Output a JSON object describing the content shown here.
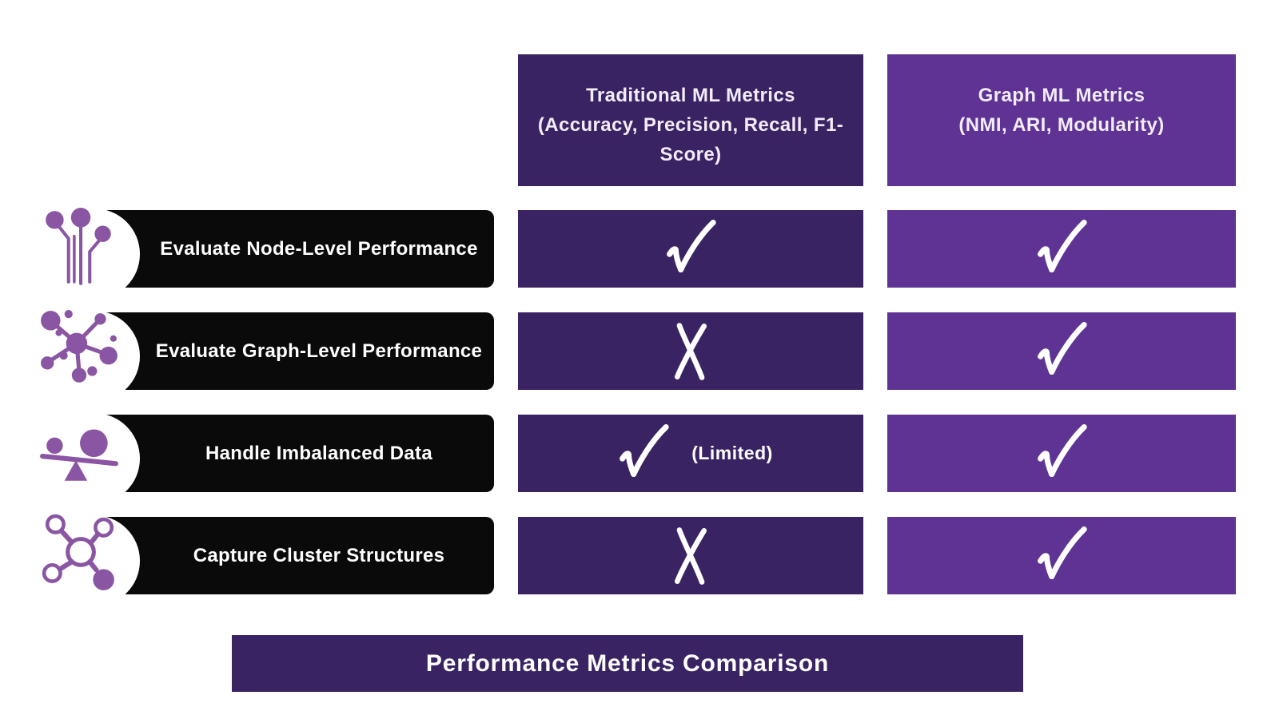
{
  "title_bar": {
    "label": "Performance Metrics Comparison"
  },
  "colors": {
    "dark_purple": "#3a2363",
    "light_purple": "#5e3394",
    "row_black": "#0a0a0a",
    "icon_purple": "#8a55a2",
    "text_white": "#ffffff"
  },
  "columns": [
    {
      "id": "traditional",
      "title": "Traditional ML Metrics",
      "subtitle": "(Accuracy, Precision, Recall, F1-Score)"
    },
    {
      "id": "graph",
      "title": "Graph ML Metrics",
      "subtitle": "(NMI, ARI, Modularity)"
    }
  ],
  "rows": [
    {
      "label": "Evaluate Node-Level Performance",
      "icon": "node-pins-icon",
      "cells": {
        "traditional": {
          "mark": "check",
          "note": ""
        },
        "graph": {
          "mark": "check",
          "note": ""
        }
      }
    },
    {
      "label": "Evaluate Graph-Level Performance",
      "icon": "network-hub-icon",
      "cells": {
        "traditional": {
          "mark": "x",
          "note": ""
        },
        "graph": {
          "mark": "check",
          "note": ""
        }
      }
    },
    {
      "label": "Handle Imbalanced Data",
      "icon": "balance-scale-icon",
      "cells": {
        "traditional": {
          "mark": "check",
          "note": "(Limited)"
        },
        "graph": {
          "mark": "check",
          "note": ""
        }
      }
    },
    {
      "label": "Capture Cluster Structures",
      "icon": "cluster-nodes-icon",
      "cells": {
        "traditional": {
          "mark": "x",
          "note": ""
        },
        "graph": {
          "mark": "check",
          "note": ""
        }
      }
    }
  ]
}
